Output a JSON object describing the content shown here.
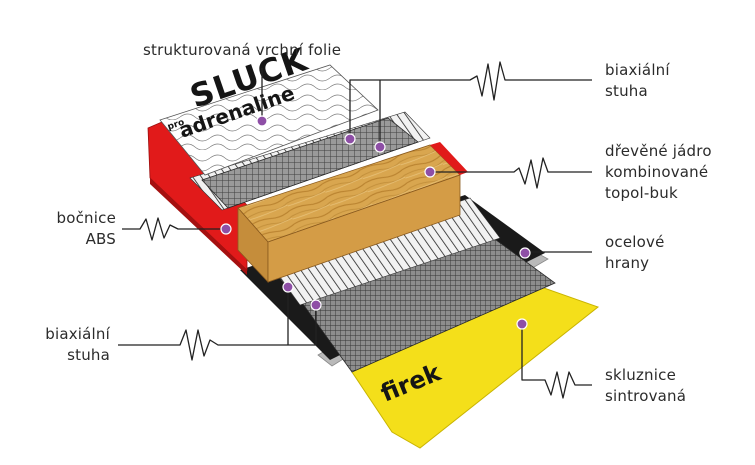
{
  "labels": {
    "top_foil": "strukturovaná vrchní folie",
    "biaxial_top": [
      "biaxiální",
      "stuha"
    ],
    "wood_core": [
      "dřevěné jádro",
      "kombinované",
      "topol-buk"
    ],
    "sidewall": [
      "bočnice",
      "ABS"
    ],
    "steel_edges": [
      "ocelové",
      "hrany"
    ],
    "biaxial_bottom": [
      "biaxiální",
      "stuha"
    ],
    "base": [
      "skluznice",
      "sintrovaná"
    ]
  },
  "graphics": {
    "topsheet_brand": "SLUCK",
    "topsheet_tagline": "adrenaline",
    "topsheet_small": "pro",
    "base_brand": "firek"
  },
  "colors": {
    "label_text": "#2b2b2b",
    "marker": "#8e4fa6",
    "sidewall": "#e11a1a",
    "base": "#f4df1a",
    "wood": "#d7a54c",
    "steel": "#b9b9b9",
    "mesh": "#555555"
  }
}
